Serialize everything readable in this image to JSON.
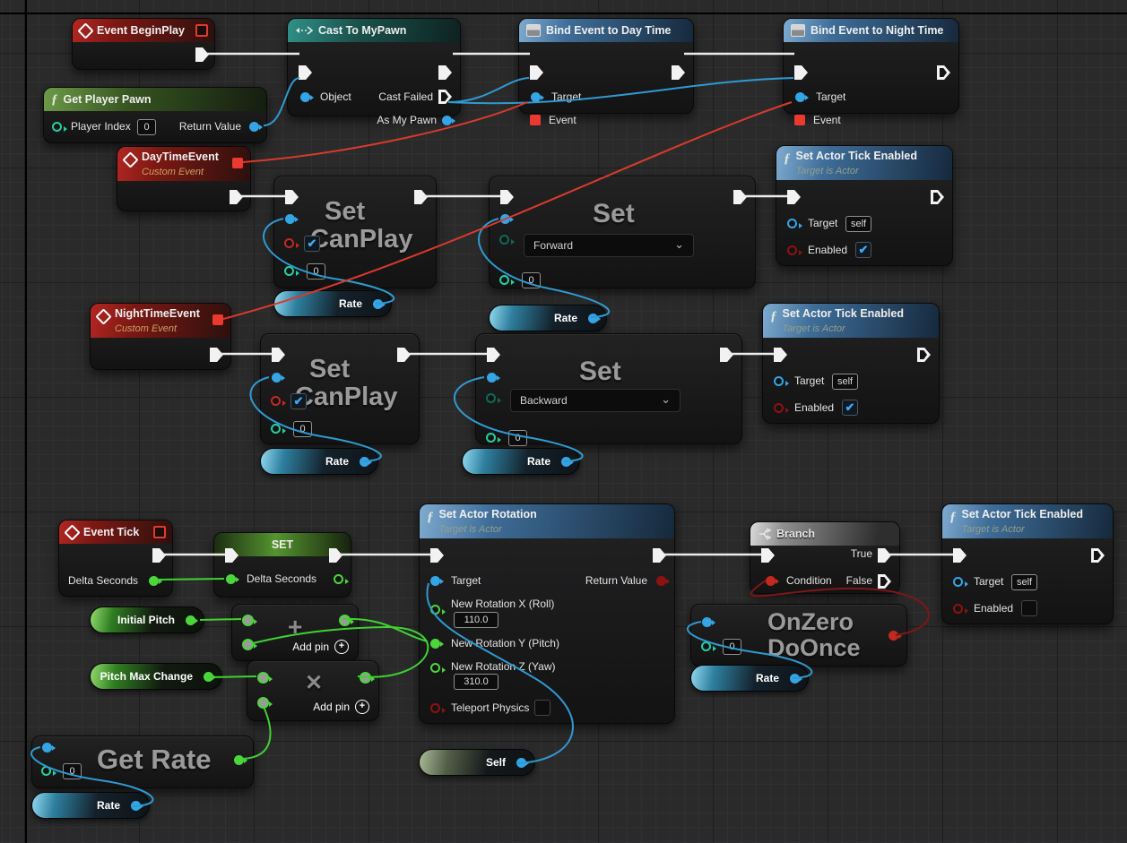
{
  "colors": {
    "background": "#2a2a2b",
    "grid_minor": "#313132",
    "grid_major": "#1e1e1f",
    "wire_exec": "#ececec",
    "wire_object": "#2f9ad0",
    "wire_delegate": "#d83a2c",
    "wire_bool": "#7c1716",
    "wire_float": "#3fd232",
    "pin_object": "#35a5e5",
    "pin_float": "#4cd63c",
    "pin_bool": "#c22a20",
    "pin_int": "#27cf9f",
    "pin_enum": "#0d6b55",
    "pin_delegate": "#ea392e",
    "header_event": "#b32722",
    "header_function_green": "#6d9a48",
    "header_cast": "#2f9188",
    "header_function_blue": "#3e6d98",
    "header_branch": "#dcdcdc",
    "header_set": "#55942f"
  },
  "icons": {
    "function": "ƒ",
    "chevron_down": "⌄",
    "plus": "+",
    "multiply": "✕",
    "check": "✔"
  },
  "labels": {
    "target": "Target",
    "event": "Event",
    "enabled": "Enabled",
    "object": "Object",
    "rate": "Rate",
    "zero": "0",
    "self_value": "self",
    "custom_event": "Custom Event",
    "target_is_actor": "Target is Actor",
    "delta_seconds": "Delta Seconds",
    "add_pin": "Add pin",
    "set": "Set",
    "canplay": "CanPlay"
  },
  "nodes": {
    "event_begin_play": {
      "title": "Event BeginPlay"
    },
    "get_player_pawn": {
      "title": "Get Player Pawn",
      "player_index": "Player Index",
      "player_index_value": "0",
      "return_value": "Return Value"
    },
    "cast_to_my_pawn": {
      "title": "Cast To MyPawn",
      "cast_failed": "Cast Failed",
      "as_my_pawn": "As My Pawn"
    },
    "bind_event_day": {
      "title": "Bind Event to Day Time"
    },
    "bind_event_night": {
      "title": "Bind Event to Night Time"
    },
    "day_time_event": {
      "title": "DayTimeEvent"
    },
    "night_time_event": {
      "title": "NightTimeEvent"
    },
    "set_canplay_day": {
      "value": "0"
    },
    "set_direction_day": {
      "selected": "Forward",
      "value": "0"
    },
    "set_canplay_night": {
      "value": "0"
    },
    "set_direction_night": {
      "selected": "Backward",
      "value": "0"
    },
    "set_actor_tick_enabled": {
      "title": "Set Actor Tick Enabled"
    },
    "event_tick": {
      "title": "Event Tick"
    },
    "set_delta_seconds": {
      "title": "SET"
    },
    "set_actor_rotation": {
      "title": "Set Actor Rotation",
      "return_value": "Return Value",
      "rot_x": "New Rotation X (Roll)",
      "rot_x_value": "110.0",
      "rot_y": "New Rotation Y (Pitch)",
      "rot_z": "New Rotation Z (Yaw)",
      "rot_z_value": "310.0",
      "teleport_physics": "Teleport Physics"
    },
    "branch": {
      "title": "Branch",
      "condition": "Condition",
      "true": "True",
      "false": "False"
    },
    "do_once": {
      "line1": "OnZero",
      "line2": "DoOnce",
      "value": "0"
    },
    "get_rate": {
      "watermark": "Get Rate",
      "value": "0"
    },
    "pills": {
      "initial_pitch": "Initial Pitch",
      "pitch_max_change": "Pitch Max Change",
      "self": "Self"
    }
  }
}
